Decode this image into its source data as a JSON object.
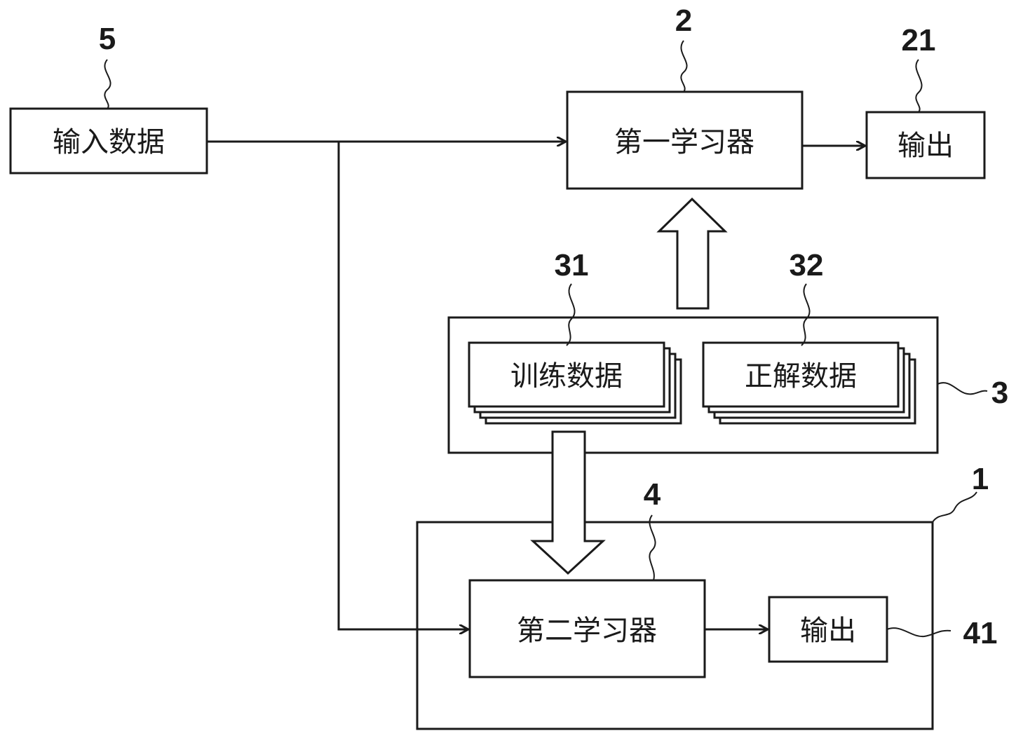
{
  "boxes": {
    "input_data": "输入数据",
    "first_learner": "第一学习器",
    "first_output": "输出",
    "training_data": "训练数据",
    "correct_data": "正解数据",
    "second_learner": "第二学习器",
    "second_output": "输出"
  },
  "refs": {
    "input_data": "5",
    "first_learner": "2",
    "first_output": "21",
    "training_data": "31",
    "correct_data": "32",
    "data_group": "3",
    "system": "1",
    "second_learner": "4",
    "second_output": "41"
  }
}
